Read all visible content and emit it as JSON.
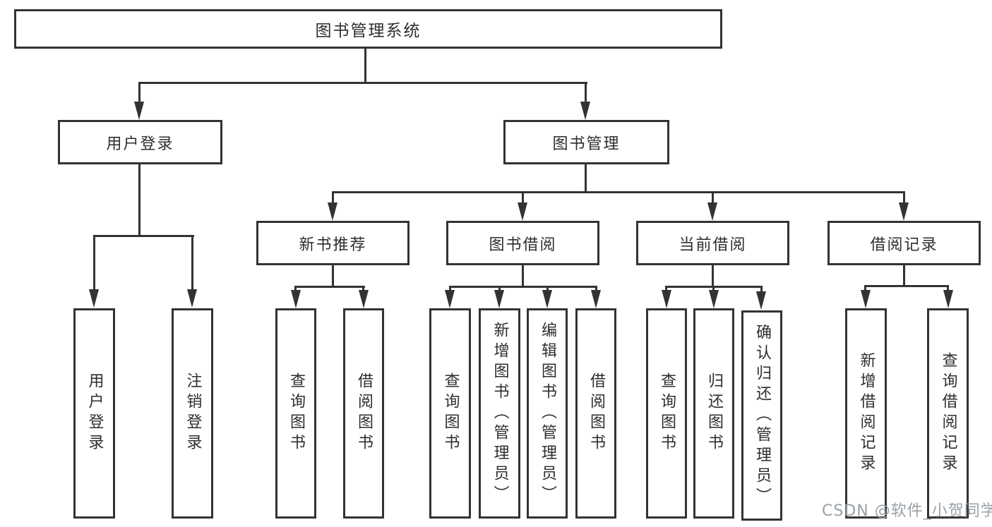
{
  "diagram": {
    "type": "hierarchy-tree",
    "watermark": "CSDN @软件_小贺同学",
    "colors": {
      "background": "#ffffff",
      "line": "#333333",
      "text": "#2e2e2e",
      "watermark": "#9aa0a6"
    },
    "nodes": {
      "root": {
        "label": "图书管理系统"
      },
      "level2": [
        {
          "label": "用户登录",
          "parent": "图书管理系统"
        },
        {
          "label": "图书管理",
          "parent": "图书管理系统"
        }
      ],
      "level3": [
        {
          "label": "新书推荐",
          "parent": "图书管理"
        },
        {
          "label": "图书借阅",
          "parent": "图书管理"
        },
        {
          "label": "当前借阅",
          "parent": "图书管理"
        },
        {
          "label": "借阅记录",
          "parent": "图书管理"
        }
      ],
      "leaves": [
        {
          "label": "用户登录",
          "parent": "用户登录"
        },
        {
          "label": "注销登录",
          "parent": "用户登录"
        },
        {
          "label": "查询图书",
          "parent": "新书推荐"
        },
        {
          "label": "借阅图书",
          "parent": "新书推荐"
        },
        {
          "label": "查询图书",
          "parent": "图书借阅"
        },
        {
          "label": "新增图书（管理员）",
          "parent": "图书借阅"
        },
        {
          "label": "编辑图书（管理员）",
          "parent": "图书借阅"
        },
        {
          "label": "借阅图书",
          "parent": "图书借阅"
        },
        {
          "label": "查询图书",
          "parent": "当前借阅"
        },
        {
          "label": "归还图书",
          "parent": "当前借阅"
        },
        {
          "label": "确认归还（管理员）",
          "parent": "当前借阅"
        },
        {
          "label": "新增借阅记录",
          "parent": "借阅记录"
        },
        {
          "label": "查询借阅记录",
          "parent": "借阅记录"
        }
      ]
    }
  }
}
